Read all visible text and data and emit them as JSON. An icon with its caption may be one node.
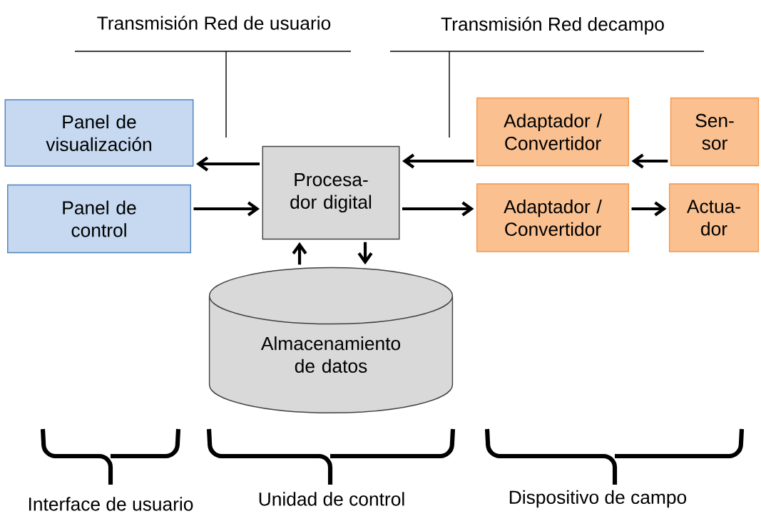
{
  "diagram": {
    "nodes": [
      {
        "text": [
          "Panel de visualización"
        ]
      },
      {
        "text": [
          "Panel de control"
        ]
      },
      {
        "text": [
          "Procesa- dor digital"
        ]
      },
      {
        "text": [
          "Almacenamiento de datos"
        ]
      },
      {
        "text": [
          "Adaptador / Convertidor"
        ]
      },
      {
        "text": [
          "Sen- sor"
        ]
      },
      {
        "text": [
          "Adaptador / Convertidor"
        ]
      },
      {
        "text": [
          "Actua- dor"
        ]
      }
    ],
    "edges": [
      {
        "from": 2,
        "to": 0,
        "arrow": "to"
      },
      {
        "from": 1,
        "to": 2,
        "arrow": "to"
      },
      {
        "from": 4,
        "to": 2,
        "arrow": "to"
      },
      {
        "from": 5,
        "to": 4,
        "arrow": "to"
      },
      {
        "from": 2,
        "to": 6,
        "arrow": "to"
      },
      {
        "from": 6,
        "to": 7,
        "arrow": "to"
      },
      {
        "from": 3,
        "to": 2,
        "arrow": "to"
      },
      {
        "from": 2,
        "to": 3,
        "arrow": "to"
      }
    ],
    "labels": [
      "Transmisión Red de usuario",
      "Transmisión Red decampo",
      "Interface de usuario",
      "Unidad de control",
      "Dispositivo de campo"
    ]
  }
}
